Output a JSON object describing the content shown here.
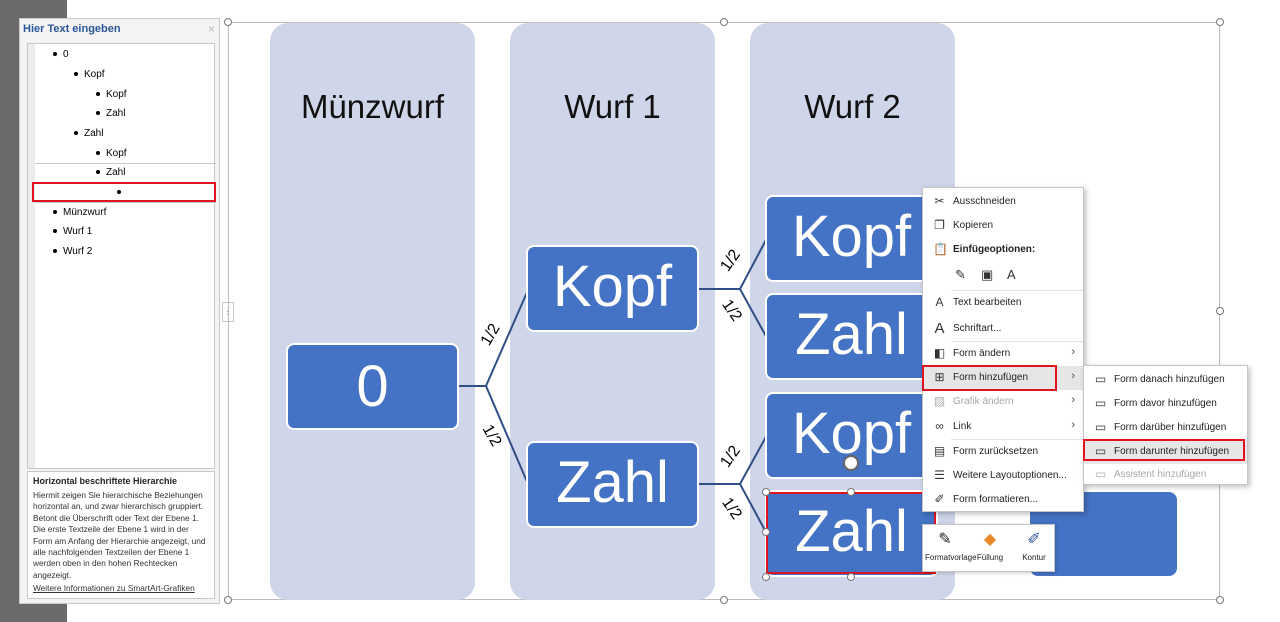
{
  "text_pane": {
    "title": "Hier Text eingeben",
    "close": "×",
    "items": [
      "0",
      "Kopf",
      "Kopf",
      "Zahl",
      "Zahl",
      "Kopf",
      "Zahl",
      "",
      "Münzwurf",
      "Wurf 1",
      "Wurf 2"
    ],
    "description_title": "Horizontal beschriftete Hierarchie",
    "description": "Hiermit zeigen Sie hierarchische Beziehungen horizontal an, und zwar hierarchisch gruppiert. Betont die Überschrift oder Text der Ebene 1. Die erste Textzeile der Ebene 1 wird in der Form am Anfang der Hierarchie angezeigt, und alle nachfolgenden Textzeilen der Ebene 1 werden oben in den hohen Rechtecken angezeigt.",
    "more_link": "Weitere Informationen zu SmartArt-Grafiken",
    "toggle": "›"
  },
  "diagram": {
    "headers": [
      "Münzwurf",
      "Wurf 1",
      "Wurf 2"
    ],
    "nodes": [
      "0",
      "Kopf",
      "Zahl",
      "Kopf",
      "Zahl",
      "Kopf",
      "Zahl"
    ],
    "edge_labels": [
      "1/2",
      "1/2",
      "1/2",
      "1/2",
      "1/2",
      "1/2"
    ],
    "colors": {
      "node": "#4472c4",
      "column": "#d0d6ea",
      "edge": "#2f4f86",
      "highlight": "#e0141e"
    }
  },
  "context_menu": {
    "items": [
      {
        "icon": "scissors-icon",
        "label": "Ausschneiden"
      },
      {
        "icon": "copy-icon",
        "label": "Kopieren"
      },
      {
        "icon": "clipboard-icon",
        "label": "Einfügeoptionen:"
      },
      {
        "icon": "text-edit-icon",
        "label": "Text bearbeiten"
      },
      {
        "icon": "font-icon",
        "label": "Schriftart..."
      },
      {
        "icon": "change-shape-icon",
        "label": "Form ändern"
      },
      {
        "icon": "add-shape-icon",
        "label": "Form hinzufügen"
      },
      {
        "icon": "change-graphic-icon",
        "label": "Grafik ändern"
      },
      {
        "icon": "link-icon",
        "label": "Link"
      },
      {
        "icon": "reset-shape-icon",
        "label": "Form zurücksetzen"
      },
      {
        "icon": "layout-options-icon",
        "label": "Weitere Layoutoptionen..."
      },
      {
        "icon": "format-shape-icon",
        "label": "Form formatieren..."
      }
    ],
    "arrow": "›"
  },
  "submenu": {
    "items": [
      {
        "icon": "add-after-icon",
        "label": "Form danach hinzufügen"
      },
      {
        "icon": "add-before-icon",
        "label": "Form davor hinzufügen"
      },
      {
        "icon": "add-above-icon",
        "label": "Form darüber hinzufügen"
      },
      {
        "icon": "add-below-icon",
        "label": "Form darunter hinzufügen"
      },
      {
        "icon": "add-assistant-icon",
        "label": "Assistent hinzufügen"
      }
    ]
  },
  "mini_toolbar": {
    "style_label": "Formatvorlage",
    "fill_label": "Füllung",
    "outline_label": "Kontur"
  }
}
